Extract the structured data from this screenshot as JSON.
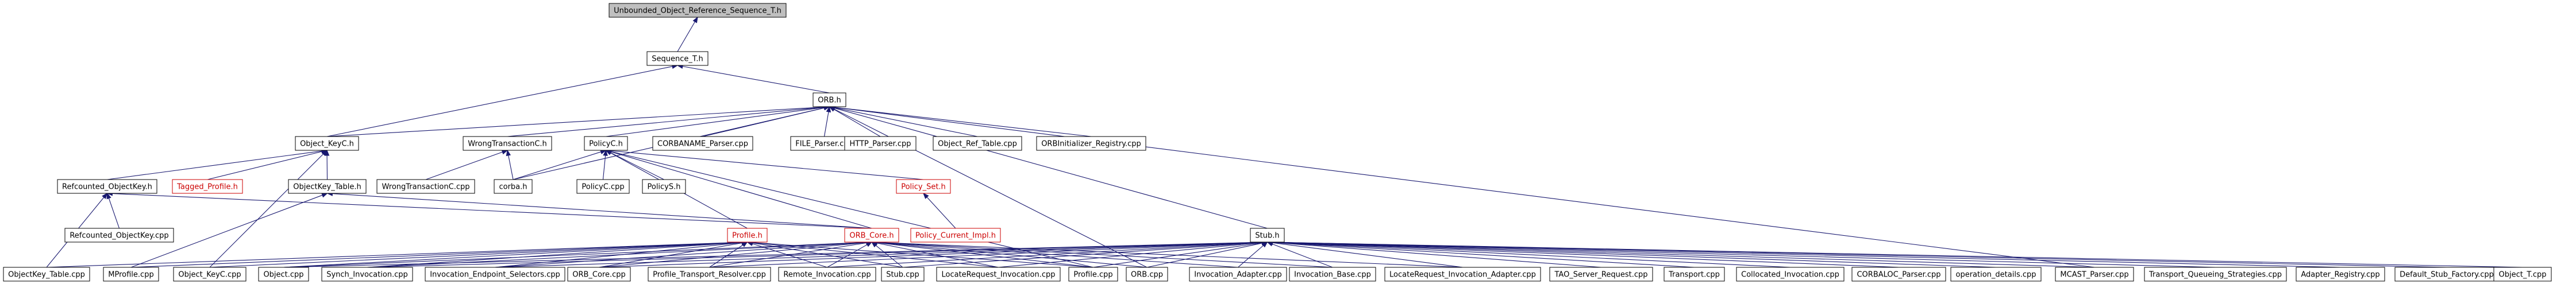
{
  "graph": {
    "colors": {
      "root_fill": "#bfbfbf",
      "node_fill": "#ffffff",
      "edge": "#191970",
      "incomplete_text": "#cc0000"
    },
    "nodes": [
      {
        "id": "unbounded",
        "label": "Unbounded_Object_Reference_Sequence_T.h",
        "style": "root"
      },
      {
        "id": "sequence",
        "label": "Sequence_T.h"
      },
      {
        "id": "orb_h",
        "label": "ORB.h"
      },
      {
        "id": "objkey_h",
        "label": "Object_KeyC.h"
      },
      {
        "id": "wrongtx_h",
        "label": "WrongTransactionC.h"
      },
      {
        "id": "policyc_h",
        "label": "PolicyC.h"
      },
      {
        "id": "corbaname",
        "label": "CORBANAME_Parser.cpp"
      },
      {
        "id": "file_parser",
        "label": "FILE_Parser.cpp"
      },
      {
        "id": "http_parser",
        "label": "HTTP_Parser.cpp"
      },
      {
        "id": "objref_table",
        "label": "Object_Ref_Table.cpp"
      },
      {
        "id": "orbinit_reg",
        "label": "ORBInitializer_Registry.cpp"
      },
      {
        "id": "refcounted_h",
        "label": "Refcounted_ObjectKey.h"
      },
      {
        "id": "tagged_profile",
        "label": "Tagged_Profile.h",
        "style": "red"
      },
      {
        "id": "objkey_table_h",
        "label": "ObjectKey_Table.h"
      },
      {
        "id": "wrongtx_cpp",
        "label": "WrongTransactionC.cpp"
      },
      {
        "id": "corba_h",
        "label": "corba.h"
      },
      {
        "id": "policyc_cpp",
        "label": "PolicyC.cpp"
      },
      {
        "id": "policys_h",
        "label": "PolicyS.h"
      },
      {
        "id": "policy_set_h",
        "label": "Policy_Set.h",
        "style": "red"
      },
      {
        "id": "refcounted_cpp",
        "label": "Refcounted_ObjectKey.cpp"
      },
      {
        "id": "policy_current_impl",
        "label": "Policy_Current_Impl.h",
        "style": "red"
      },
      {
        "id": "profile_h",
        "label": "Profile.h",
        "style": "red"
      },
      {
        "id": "orb_core_h",
        "label": "ORB_Core.h",
        "style": "red"
      },
      {
        "id": "stub_h",
        "label": "Stub.h"
      },
      {
        "id": "objkey_table_cpp",
        "label": "ObjectKey_Table.cpp"
      },
      {
        "id": "mprofile_cpp",
        "label": "MProfile.cpp"
      },
      {
        "id": "object_keyc_cpp",
        "label": "Object_KeyC.cpp"
      },
      {
        "id": "object_cpp",
        "label": "Object.cpp"
      },
      {
        "id": "synch_inv",
        "label": "Synch_Invocation.cpp"
      },
      {
        "id": "inv_endpoint_sel",
        "label": "Invocation_Endpoint_Selectors.cpp"
      },
      {
        "id": "orb_core_cpp",
        "label": "ORB_Core.cpp"
      },
      {
        "id": "profile_transport",
        "label": "Profile_Transport_Resolver.cpp"
      },
      {
        "id": "remote_inv",
        "label": "Remote_Invocation.cpp"
      },
      {
        "id": "stub_cpp",
        "label": "Stub.cpp"
      },
      {
        "id": "locate_req_inv",
        "label": "LocateRequest_Invocation.cpp"
      },
      {
        "id": "profile_cpp",
        "label": "Profile.cpp"
      },
      {
        "id": "orb_cpp",
        "label": "ORB.cpp"
      },
      {
        "id": "inv_adapter",
        "label": "Invocation_Adapter.cpp"
      },
      {
        "id": "inv_base",
        "label": "Invocation_Base.cpp"
      },
      {
        "id": "locate_req_inv_adapter",
        "label": "LocateRequest_Invocation_Adapter.cpp"
      },
      {
        "id": "tao_server_req",
        "label": "TAO_Server_Request.cpp"
      },
      {
        "id": "transport_cpp",
        "label": "Transport.cpp"
      },
      {
        "id": "collocated_inv",
        "label": "Collocated_Invocation.cpp"
      },
      {
        "id": "corbaloc",
        "label": "CORBALOC_Parser.cpp"
      },
      {
        "id": "operation_details",
        "label": "operation_details.cpp"
      },
      {
        "id": "mcast_parser",
        "label": "MCAST_Parser.cpp"
      },
      {
        "id": "transport_queueing",
        "label": "Transport_Queueing_Strategies.cpp"
      },
      {
        "id": "adapter_registry",
        "label": "Adapter_Registry.cpp"
      },
      {
        "id": "default_stub_factory",
        "label": "Default_Stub_Factory.cpp"
      },
      {
        "id": "object_t_cpp",
        "label": "Object_T.cpp"
      }
    ],
    "edges": [
      [
        "sequence",
        "unbounded"
      ],
      [
        "orb_h",
        "sequence"
      ],
      [
        "objkey_h",
        "sequence"
      ],
      [
        "objkey_h",
        "orb_h"
      ],
      [
        "wrongtx_h",
        "orb_h"
      ],
      [
        "policyc_h",
        "orb_h"
      ],
      [
        "corbaname",
        "orb_h"
      ],
      [
        "file_parser",
        "orb_h"
      ],
      [
        "http_parser",
        "orb_h"
      ],
      [
        "objref_table",
        "orb_h"
      ],
      [
        "orbinit_reg",
        "orb_h"
      ],
      [
        "stub_h",
        "orb_h"
      ],
      [
        "orb_cpp",
        "orb_h"
      ],
      [
        "mcast_parser",
        "orb_h"
      ],
      [
        "corba_h",
        "orb_h"
      ],
      [
        "refcounted_h",
        "objkey_h"
      ],
      [
        "tagged_profile",
        "objkey_h"
      ],
      [
        "objkey_table_h",
        "objkey_h"
      ],
      [
        "object_keyc_cpp",
        "objkey_h"
      ],
      [
        "wrongtx_cpp",
        "wrongtx_h"
      ],
      [
        "corba_h",
        "wrongtx_h"
      ],
      [
        "corba_h",
        "policyc_h"
      ],
      [
        "policyc_cpp",
        "policyc_h"
      ],
      [
        "policys_h",
        "policyc_h"
      ],
      [
        "policy_set_h",
        "policyc_h"
      ],
      [
        "profile_h",
        "policyc_h"
      ],
      [
        "orb_core_h",
        "policyc_h"
      ],
      [
        "profile_cpp",
        "policyc_h"
      ],
      [
        "refcounted_cpp",
        "refcounted_h"
      ],
      [
        "objkey_table_cpp",
        "refcounted_h"
      ],
      [
        "orb_core_h",
        "refcounted_h"
      ],
      [
        "mprofile_cpp",
        "objkey_table_h"
      ],
      [
        "orb_core_h",
        "objkey_table_h"
      ],
      [
        "policy_current_impl",
        "policy_set_h"
      ],
      [
        "objkey_table_cpp",
        "profile_h"
      ],
      [
        "mprofile_cpp",
        "profile_h"
      ],
      [
        "object_keyc_cpp",
        "profile_h"
      ],
      [
        "object_cpp",
        "profile_h"
      ],
      [
        "synch_inv",
        "profile_h"
      ],
      [
        "inv_endpoint_sel",
        "profile_h"
      ],
      [
        "orb_core_cpp",
        "profile_h"
      ],
      [
        "profile_transport",
        "profile_h"
      ],
      [
        "remote_inv",
        "profile_h"
      ],
      [
        "stub_cpp",
        "profile_h"
      ],
      [
        "locate_req_inv",
        "profile_h"
      ],
      [
        "profile_cpp",
        "profile_h"
      ],
      [
        "object_cpp",
        "orb_core_h"
      ],
      [
        "synch_inv",
        "orb_core_h"
      ],
      [
        "inv_endpoint_sel",
        "orb_core_h"
      ],
      [
        "orb_core_cpp",
        "orb_core_h"
      ],
      [
        "profile_transport",
        "orb_core_h"
      ],
      [
        "remote_inv",
        "orb_core_h"
      ],
      [
        "stub_cpp",
        "orb_core_h"
      ],
      [
        "locate_req_inv",
        "orb_core_h"
      ],
      [
        "profile_cpp",
        "orb_core_h"
      ],
      [
        "orb_cpp",
        "orb_core_h"
      ],
      [
        "inv_adapter",
        "orb_core_h"
      ],
      [
        "inv_base",
        "orb_core_h"
      ],
      [
        "locate_req_inv_adapter",
        "orb_core_h"
      ],
      [
        "object_cpp",
        "stub_h"
      ],
      [
        "synch_inv",
        "stub_h"
      ],
      [
        "inv_endpoint_sel",
        "stub_h"
      ],
      [
        "orb_core_cpp",
        "stub_h"
      ],
      [
        "profile_transport",
        "stub_h"
      ],
      [
        "remote_inv",
        "stub_h"
      ],
      [
        "stub_cpp",
        "stub_h"
      ],
      [
        "locate_req_inv",
        "stub_h"
      ],
      [
        "profile_cpp",
        "stub_h"
      ],
      [
        "orb_cpp",
        "stub_h"
      ],
      [
        "inv_adapter",
        "stub_h"
      ],
      [
        "inv_base",
        "stub_h"
      ],
      [
        "locate_req_inv_adapter",
        "stub_h"
      ],
      [
        "tao_server_req",
        "stub_h"
      ],
      [
        "transport_cpp",
        "stub_h"
      ],
      [
        "collocated_inv",
        "stub_h"
      ],
      [
        "corbaloc",
        "stub_h"
      ],
      [
        "operation_details",
        "stub_h"
      ],
      [
        "mcast_parser",
        "stub_h"
      ],
      [
        "transport_queueing",
        "stub_h"
      ],
      [
        "adapter_registry",
        "stub_h"
      ],
      [
        "default_stub_factory",
        "stub_h"
      ],
      [
        "object_t_cpp",
        "stub_h"
      ]
    ]
  }
}
